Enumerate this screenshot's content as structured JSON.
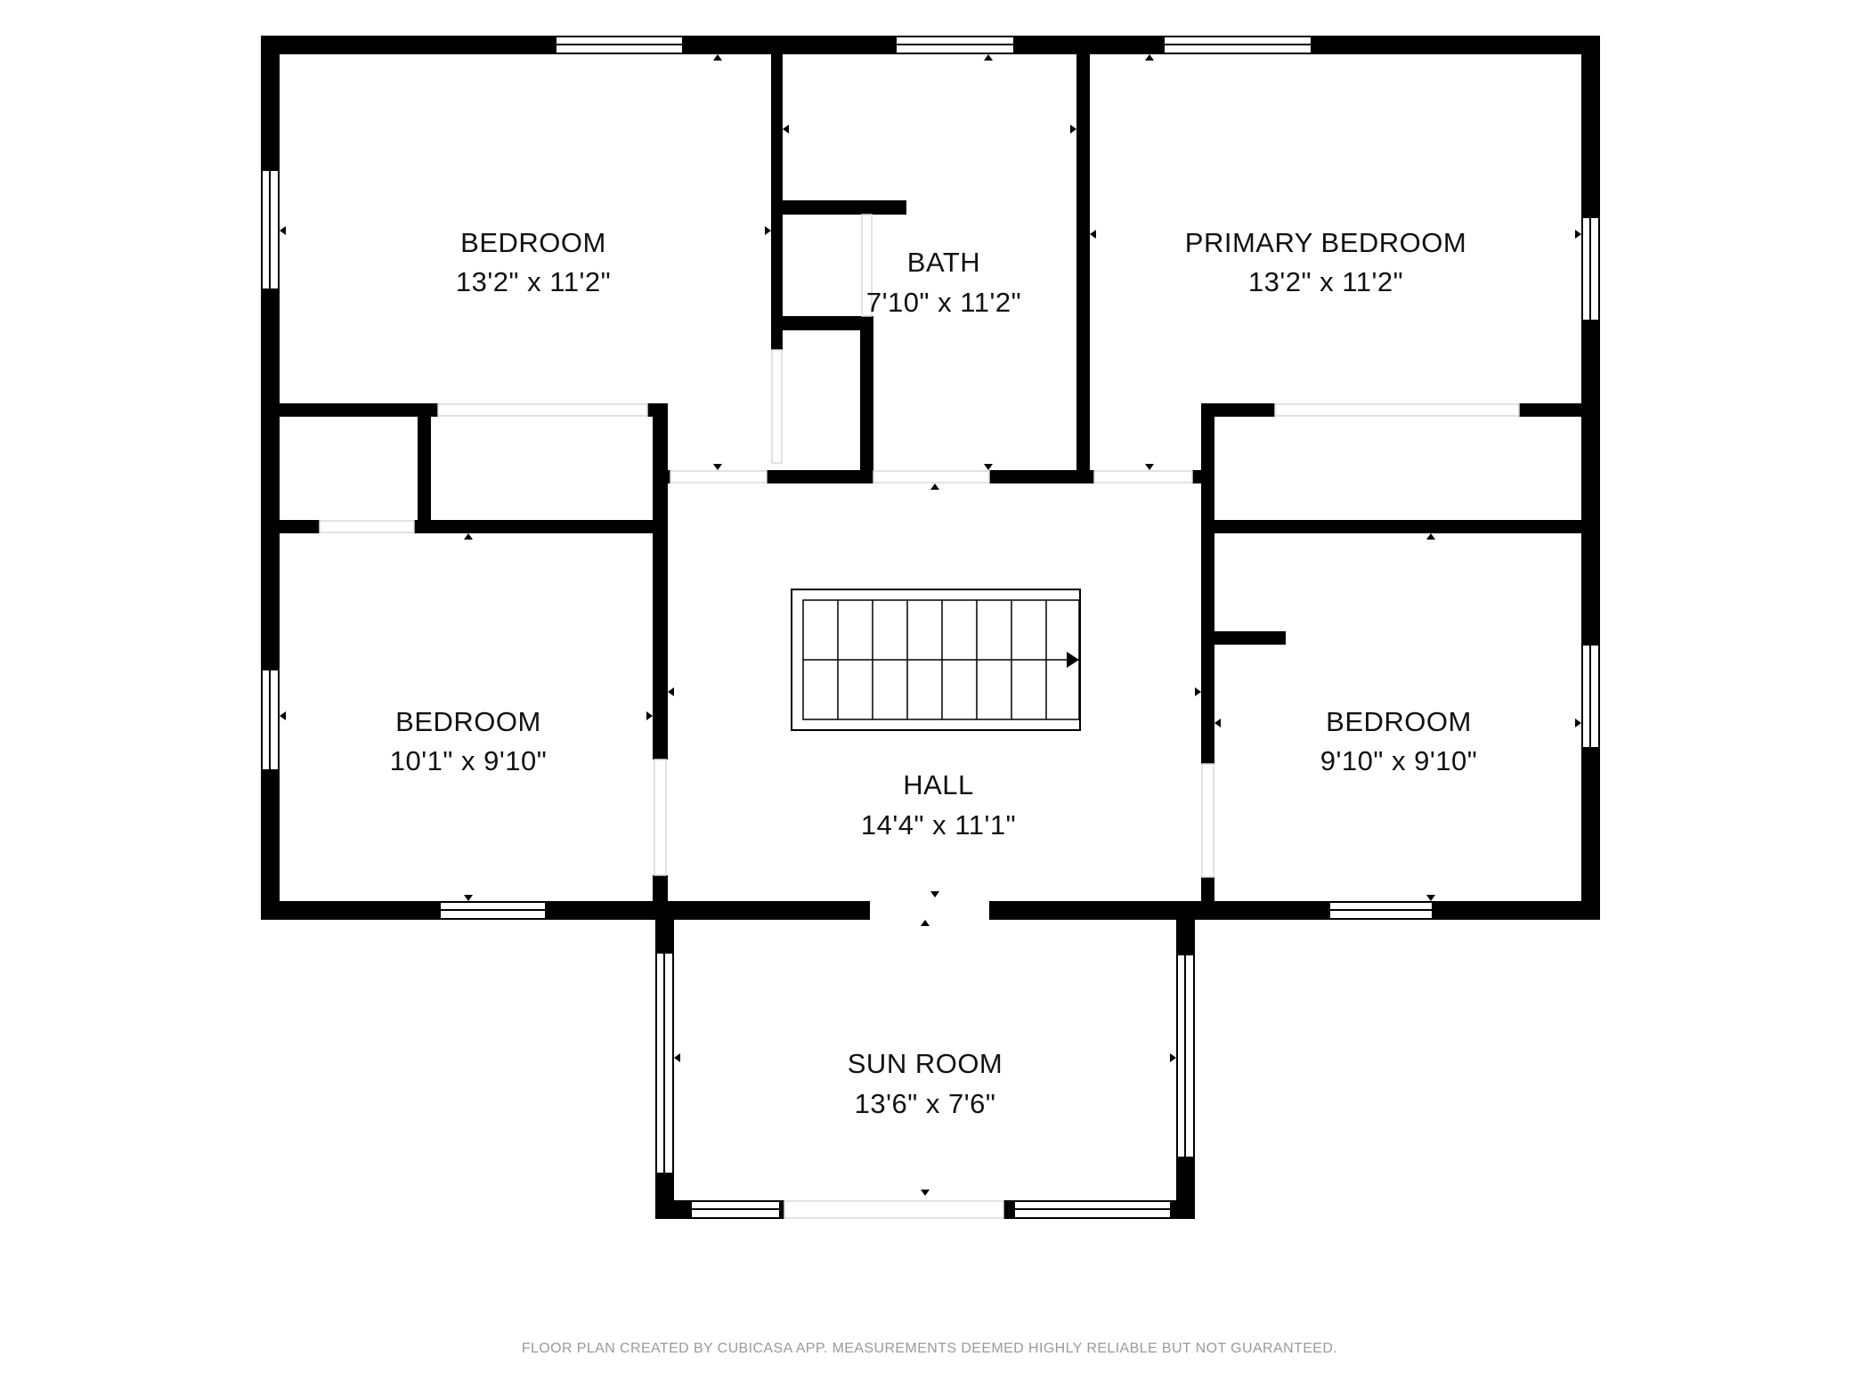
{
  "rooms": {
    "bedroom_nw": {
      "name": "BEDROOM",
      "size": "13'2\" x 11'2\""
    },
    "bath": {
      "name": "BATH",
      "size": "7'10\" x 11'2\""
    },
    "primary_bedroom": {
      "name": "PRIMARY BEDROOM",
      "size": "13'2\" x 11'2\""
    },
    "bedroom_sw": {
      "name": "BEDROOM",
      "size": "10'1\" x 9'10\""
    },
    "hall": {
      "name": "HALL",
      "size": "14'4\" x 11'1\""
    },
    "bedroom_se": {
      "name": "BEDROOM",
      "size": "9'10\" x 9'10\""
    },
    "sun_room": {
      "name": "SUN ROOM",
      "size": "13'6\" x 7'6\""
    }
  },
  "footer": {
    "disclaimer": "FLOOR PLAN CREATED BY CUBICASA APP. MEASUREMENTS DEEMED HIGHLY RELIABLE BUT NOT GUARANTEED."
  },
  "colors": {
    "wall": "#000000",
    "background": "#ffffff",
    "label": "#111111",
    "footer": "#9a9a9a"
  }
}
